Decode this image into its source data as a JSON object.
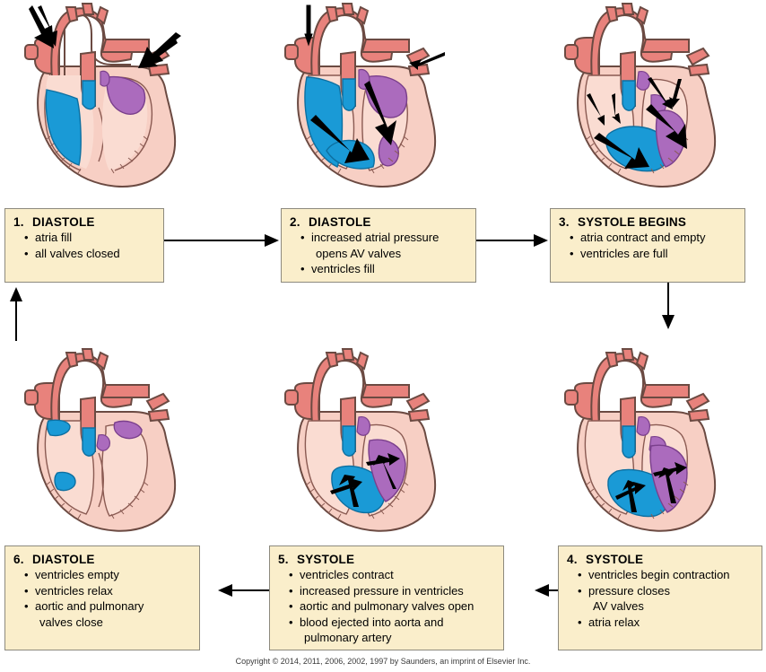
{
  "figure": {
    "title": "Cardiac cycle diagram",
    "copyright": "Copyright © 2014, 2011, 2006, 2002, 1997 by Saunders, an imprint of Elsevier Inc."
  },
  "colors": {
    "box_fill": "#faeecb",
    "box_border": "#8d8a7e",
    "vessel_red": "#e8827c",
    "vessel_outline": "#8a5a52",
    "myocardium_pink": "#f7cfc4",
    "chamber_pale": "#fadcd2",
    "deoxygenated_blue": "#1a9ad6",
    "oxygenated_purple": "#ab6bbd",
    "outline_dark": "#4a3b36",
    "arrow_black": "#000000"
  },
  "steps": [
    {
      "number": "1.",
      "title": "DIASTOLE",
      "bullets": [
        "atria fill",
        "all valves closed"
      ],
      "continuations": []
    },
    {
      "number": "2.",
      "title": "DIASTOLE",
      "bullets": [
        "increased atrial pressure",
        "ventricles fill"
      ],
      "continuations": [
        "opens AV valves"
      ]
    },
    {
      "number": "3.",
      "title": "SYSTOLE BEGINS",
      "bullets": [
        "atria contract and empty",
        "ventricles are full"
      ],
      "continuations": []
    },
    {
      "number": "4.",
      "title": "SYSTOLE",
      "bullets": [
        "ventricles begin contraction",
        "pressure closes",
        "atria relax"
      ],
      "continuations": [
        "AV valves"
      ]
    },
    {
      "number": "5.",
      "title": "SYSTOLE",
      "bullets": [
        "ventricles contract",
        "increased pressure in ventricles",
        "aortic and pulmonary valves open",
        "blood ejected into aorta and"
      ],
      "continuations": [
        "pulmonary artery"
      ]
    },
    {
      "number": "6.",
      "title": "DIASTOLE",
      "bullets": [
        "ventricles empty",
        "ventricles relax",
        "aortic and pulmonary"
      ],
      "continuations": [
        "valves close"
      ]
    }
  ],
  "step_box_text": {
    "b1": {
      "num": "1.",
      "title": "DIASTOLE",
      "l1": "atria fill",
      "l2": "all valves closed"
    },
    "b2": {
      "num": "2.",
      "title": "DIASTOLE",
      "l1": "increased atrial pressure",
      "l1b": "opens AV valves",
      "l2": "ventricles fill"
    },
    "b3": {
      "num": "3.",
      "title": "SYSTOLE BEGINS",
      "l1": "atria contract and empty",
      "l2": "ventricles are full"
    },
    "b4": {
      "num": "4.",
      "title": "SYSTOLE",
      "l1": "ventricles begin contraction",
      "l2": "pressure closes",
      "l2b": "AV valves",
      "l3": "atria relax"
    },
    "b5": {
      "num": "5.",
      "title": "SYSTOLE",
      "l1": "ventricles contract",
      "l2": "increased pressure in ventricles",
      "l3": "aortic and pulmonary valves open",
      "l4": "blood ejected into aorta and",
      "l4b": "pulmonary artery"
    },
    "b6": {
      "num": "6.",
      "title": "DIASTOLE",
      "l1": "ventricles empty",
      "l2": "ventricles relax",
      "l3": "aortic and pulmonary",
      "l3b": "valves close"
    }
  },
  "hearts": [
    {
      "id": "heart-1",
      "phase": "diastole-atria-filling",
      "right_atrium_blood": "partial",
      "left_atrium_blood": "partial",
      "right_ventricle_blood": "empty",
      "left_ventricle_blood": "empty",
      "flow_arrows": [
        "inflow-superior-vena-cava",
        "inflow-pulmonary-veins"
      ]
    },
    {
      "id": "heart-2",
      "phase": "diastole-ventricles-filling",
      "right_atrium_blood": "full",
      "left_atrium_blood": "full",
      "right_ventricle_blood": "partial",
      "left_ventricle_blood": "partial",
      "flow_arrows": [
        "inflow-superior-vena-cava",
        "inflow-pulmonary-veins",
        "right-av-flow",
        "left-av-flow"
      ]
    },
    {
      "id": "heart-3",
      "phase": "systole-begins-atria-contract",
      "right_atrium_blood": "emptying",
      "left_atrium_blood": "emptying",
      "right_ventricle_blood": "full",
      "left_ventricle_blood": "full",
      "flow_arrows": [
        "atrial-contraction-right",
        "atrial-contraction-left",
        "right-av-flow",
        "left-av-flow"
      ]
    },
    {
      "id": "heart-4",
      "phase": "systole-ventricles-begin-contraction",
      "right_atrium_blood": "empty",
      "left_atrium_blood": "empty",
      "right_ventricle_blood": "full",
      "left_ventricle_blood": "full",
      "flow_arrows": [
        "ventricular-contraction-right",
        "ventricular-contraction-left"
      ]
    },
    {
      "id": "heart-5",
      "phase": "systole-ejection",
      "right_atrium_blood": "empty",
      "left_atrium_blood": "empty",
      "right_ventricle_blood": "ejecting",
      "left_ventricle_blood": "ejecting",
      "flow_arrows": [
        "ejection-right",
        "ejection-left"
      ]
    },
    {
      "id": "heart-6",
      "phase": "diastole-ventricles-empty",
      "right_atrium_blood": "partial",
      "left_atrium_blood": "partial",
      "right_ventricle_blood": "empty",
      "left_ventricle_blood": "empty",
      "flow_arrows": []
    }
  ],
  "connectors": [
    {
      "id": "arrow-1-to-2",
      "from": "step-1",
      "to": "step-2",
      "direction": "right"
    },
    {
      "id": "arrow-2-to-3",
      "from": "step-2",
      "to": "step-3",
      "direction": "right"
    },
    {
      "id": "arrow-3-to-4",
      "from": "step-3",
      "to": "step-4",
      "direction": "down"
    },
    {
      "id": "arrow-4-to-5",
      "from": "step-4",
      "to": "step-5",
      "direction": "left"
    },
    {
      "id": "arrow-5-to-6",
      "from": "step-5",
      "to": "step-6",
      "direction": "left"
    },
    {
      "id": "arrow-6-to-1",
      "from": "step-6",
      "to": "step-1",
      "direction": "up"
    }
  ]
}
